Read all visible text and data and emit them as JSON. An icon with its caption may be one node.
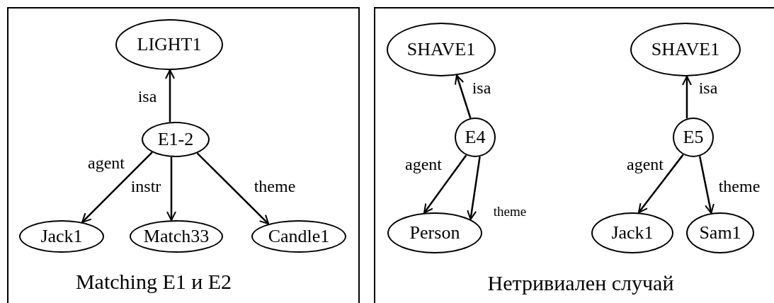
{
  "diagram": {
    "nodes": [
      {
        "text": [
          "Matching E1 и E2"
        ]
      },
      {
        "text": [
          "LIGHT1"
        ],
        "in": 0
      },
      {
        "text": [
          "E1-2"
        ],
        "in": 0
      },
      {
        "text": [
          "Jack1"
        ],
        "in": 0
      },
      {
        "text": [
          "Match33"
        ],
        "in": 0
      },
      {
        "text": [
          "Candle1"
        ],
        "in": 0
      },
      {
        "text": [
          "Нетривиален случай"
        ]
      },
      {
        "text": [
          "SHAVE1"
        ],
        "in": 6
      },
      {
        "text": [
          "E4"
        ],
        "in": 6
      },
      {
        "text": [
          "Person"
        ],
        "in": 6
      },
      {
        "text": [
          "SHAVE1"
        ],
        "in": 6
      },
      {
        "text": [
          "E5"
        ],
        "in": 6
      },
      {
        "text": [
          "Jack1"
        ],
        "in": 6
      },
      {
        "text": [
          "Sam1"
        ],
        "in": 6
      }
    ],
    "edges": [
      {
        "from": 2,
        "to": 1,
        "arrow": "to",
        "label": "isa"
      },
      {
        "from": 2,
        "to": 3,
        "arrow": "to",
        "label": "agent"
      },
      {
        "from": 2,
        "to": 4,
        "arrow": "to",
        "label": "instr"
      },
      {
        "from": 2,
        "to": 5,
        "arrow": "to",
        "label": "theme"
      },
      {
        "from": 8,
        "to": 7,
        "arrow": "to",
        "label": "isa"
      },
      {
        "from": 8,
        "to": 9,
        "arrow": "to",
        "label": "agent"
      },
      {
        "from": 8,
        "to": 9,
        "arrow": "to",
        "label": "theme"
      },
      {
        "from": 11,
        "to": 10,
        "arrow": "to",
        "label": "isa"
      },
      {
        "from": 11,
        "to": 12,
        "arrow": "to",
        "label": "agent"
      },
      {
        "from": 11,
        "to": 13,
        "arrow": "to",
        "label": "theme"
      }
    ]
  }
}
